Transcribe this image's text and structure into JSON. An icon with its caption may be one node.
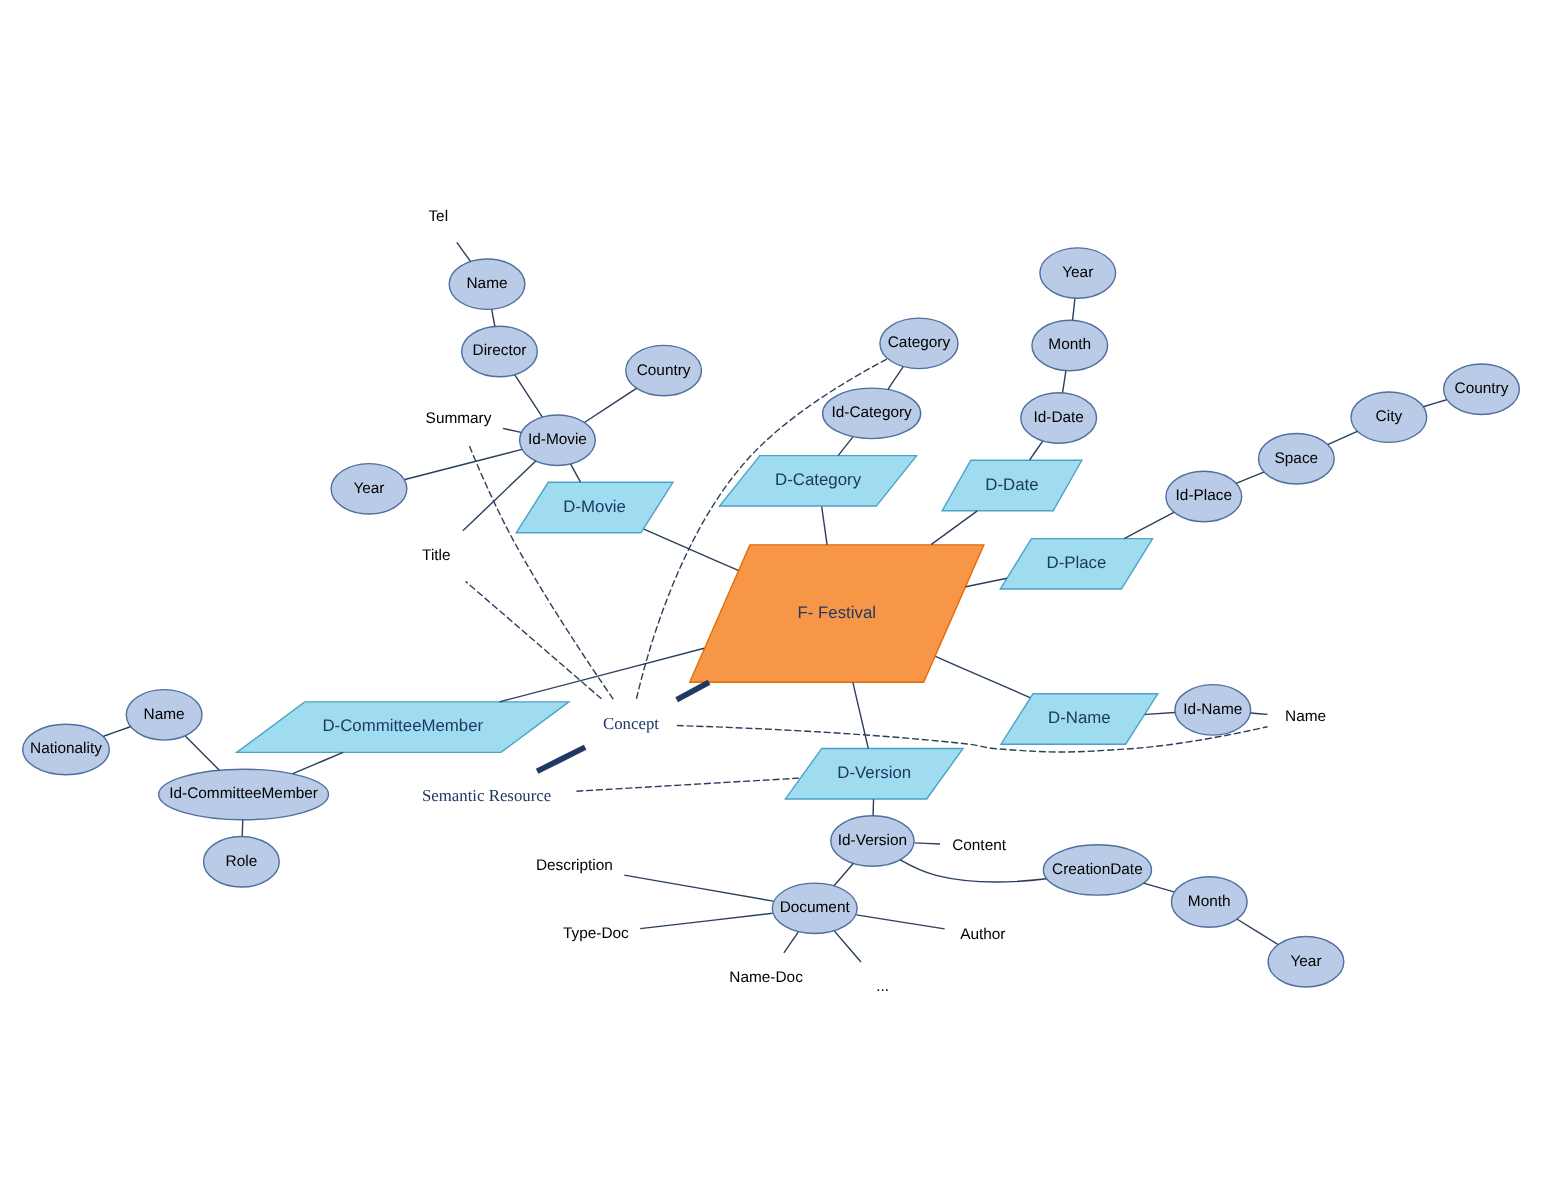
{
  "diagram": {
    "nodes": [
      {
        "text": [
          "Semantic Resource"
        ]
      },
      {
        "text": [
          "Concept"
        ]
      },
      {
        "text": [
          "..."
        ]
      },
      {
        "text": [
          "Description"
        ]
      },
      {
        "text": [
          "Author"
        ]
      },
      {
        "text": [
          "Type-Doc"
        ]
      },
      {
        "text": [
          "Name-Doc"
        ]
      },
      {
        "text": [
          "Content"
        ]
      },
      {
        "text": [
          "Document"
        ]
      },
      {
        "text": [
          "Id-Version"
        ]
      },
      {
        "text": [
          "D-Version"
        ]
      },
      {
        "text": [
          "Name"
        ]
      },
      {
        "text": [
          "D-Name"
        ]
      },
      {
        "text": [
          "Id-Name"
        ]
      },
      {
        "text": [
          "Year"
        ]
      },
      {
        "text": [
          "Month"
        ]
      },
      {
        "text": [
          "CreationDate"
        ]
      },
      {
        "text": [
          "Summary"
        ]
      },
      {
        "text": [
          "Title"
        ]
      },
      {
        "text": [
          "Year"
        ]
      },
      {
        "text": [
          "Tel"
        ]
      },
      {
        "text": [
          "F- Festival"
        ]
      },
      {
        "text": [
          "Country"
        ]
      },
      {
        "text": [
          "City"
        ]
      },
      {
        "text": [
          "Space"
        ]
      },
      {
        "text": [
          "Id-Place"
        ]
      },
      {
        "text": [
          "D-Place"
        ]
      },
      {
        "text": [
          "D-Movie"
        ]
      },
      {
        "text": [
          "Id-Movie"
        ]
      },
      {
        "text": [
          "Director"
        ]
      },
      {
        "text": [
          "Name"
        ]
      },
      {
        "text": [
          "Country"
        ]
      },
      {
        "text": [
          "Role"
        ]
      },
      {
        "text": [
          "Year"
        ]
      },
      {
        "text": [
          "Month"
        ]
      },
      {
        "text": [
          "Id-Date"
        ]
      },
      {
        "text": [
          "D-Date"
        ]
      },
      {
        "text": [
          "D-CommitteeMember"
        ]
      },
      {
        "text": [
          "Id-CommitteeMember"
        ]
      },
      {
        "text": [
          "Name"
        ]
      },
      {
        "text": [
          "Nationality"
        ]
      },
      {
        "text": [
          "D-Category"
        ]
      },
      {
        "text": [
          "Id-Category"
        ]
      },
      {
        "text": [
          "Category"
        ]
      }
    ],
    "edges": [
      {
        "from": 0,
        "to": 1,
        "arrow": "none",
        "style": "thick"
      },
      {
        "from": 1,
        "to": 21,
        "arrow": "none",
        "style": "thick"
      },
      {
        "from": 0,
        "to": 10,
        "arrow": "none",
        "style": "dashed"
      },
      {
        "from": 1,
        "to": 11,
        "arrow": "none",
        "style": "dashed"
      },
      {
        "from": 1,
        "to": 17,
        "arrow": "none",
        "style": "dashed"
      },
      {
        "from": 1,
        "to": 18,
        "arrow": "none",
        "style": "dashed"
      },
      {
        "from": 1,
        "to": 43,
        "arrow": "none",
        "style": "dashed"
      },
      {
        "from": 21,
        "to": 10,
        "arrow": "none"
      },
      {
        "from": 21,
        "to": 12,
        "arrow": "none"
      },
      {
        "from": 21,
        "to": 26,
        "arrow": "none"
      },
      {
        "from": 21,
        "to": 27,
        "arrow": "none"
      },
      {
        "from": 21,
        "to": 36,
        "arrow": "none"
      },
      {
        "from": 21,
        "to": 41,
        "arrow": "none"
      },
      {
        "from": 21,
        "to": 37,
        "arrow": "none"
      },
      {
        "from": 10,
        "to": 9,
        "arrow": "none"
      },
      {
        "from": 9,
        "to": 8,
        "arrow": "none"
      },
      {
        "from": 9,
        "to": 7,
        "arrow": "none"
      },
      {
        "from": 9,
        "to": 16,
        "arrow": "none"
      },
      {
        "from": 16,
        "to": 15,
        "arrow": "none"
      },
      {
        "from": 15,
        "to": 14,
        "arrow": "none"
      },
      {
        "from": 8,
        "to": 2,
        "arrow": "none"
      },
      {
        "from": 8,
        "to": 3,
        "arrow": "none"
      },
      {
        "from": 8,
        "to": 4,
        "arrow": "none"
      },
      {
        "from": 8,
        "to": 5,
        "arrow": "none"
      },
      {
        "from": 8,
        "to": 6,
        "arrow": "none"
      },
      {
        "from": 12,
        "to": 13,
        "arrow": "none"
      },
      {
        "from": 13,
        "to": 11,
        "arrow": "none"
      },
      {
        "from": 26,
        "to": 25,
        "arrow": "none"
      },
      {
        "from": 25,
        "to": 24,
        "arrow": "none"
      },
      {
        "from": 24,
        "to": 23,
        "arrow": "none"
      },
      {
        "from": 23,
        "to": 22,
        "arrow": "none"
      },
      {
        "from": 27,
        "to": 28,
        "arrow": "none"
      },
      {
        "from": 28,
        "to": 17,
        "arrow": "none"
      },
      {
        "from": 28,
        "to": 18,
        "arrow": "none"
      },
      {
        "from": 28,
        "to": 19,
        "arrow": "none"
      },
      {
        "from": 28,
        "to": 31,
        "arrow": "none"
      },
      {
        "from": 28,
        "to": 29,
        "arrow": "none"
      },
      {
        "from": 29,
        "to": 30,
        "arrow": "none"
      },
      {
        "from": 30,
        "to": 20,
        "arrow": "none"
      },
      {
        "from": 36,
        "to": 35,
        "arrow": "none"
      },
      {
        "from": 35,
        "to": 34,
        "arrow": "none"
      },
      {
        "from": 34,
        "to": 33,
        "arrow": "none"
      },
      {
        "from": 41,
        "to": 42,
        "arrow": "none"
      },
      {
        "from": 42,
        "to": 43,
        "arrow": "none"
      },
      {
        "from": 37,
        "to": 38,
        "arrow": "none"
      },
      {
        "from": 38,
        "to": 32,
        "arrow": "none"
      },
      {
        "from": 38,
        "to": 39,
        "arrow": "none"
      },
      {
        "from": 39,
        "to": 40,
        "arrow": "none"
      }
    ]
  }
}
